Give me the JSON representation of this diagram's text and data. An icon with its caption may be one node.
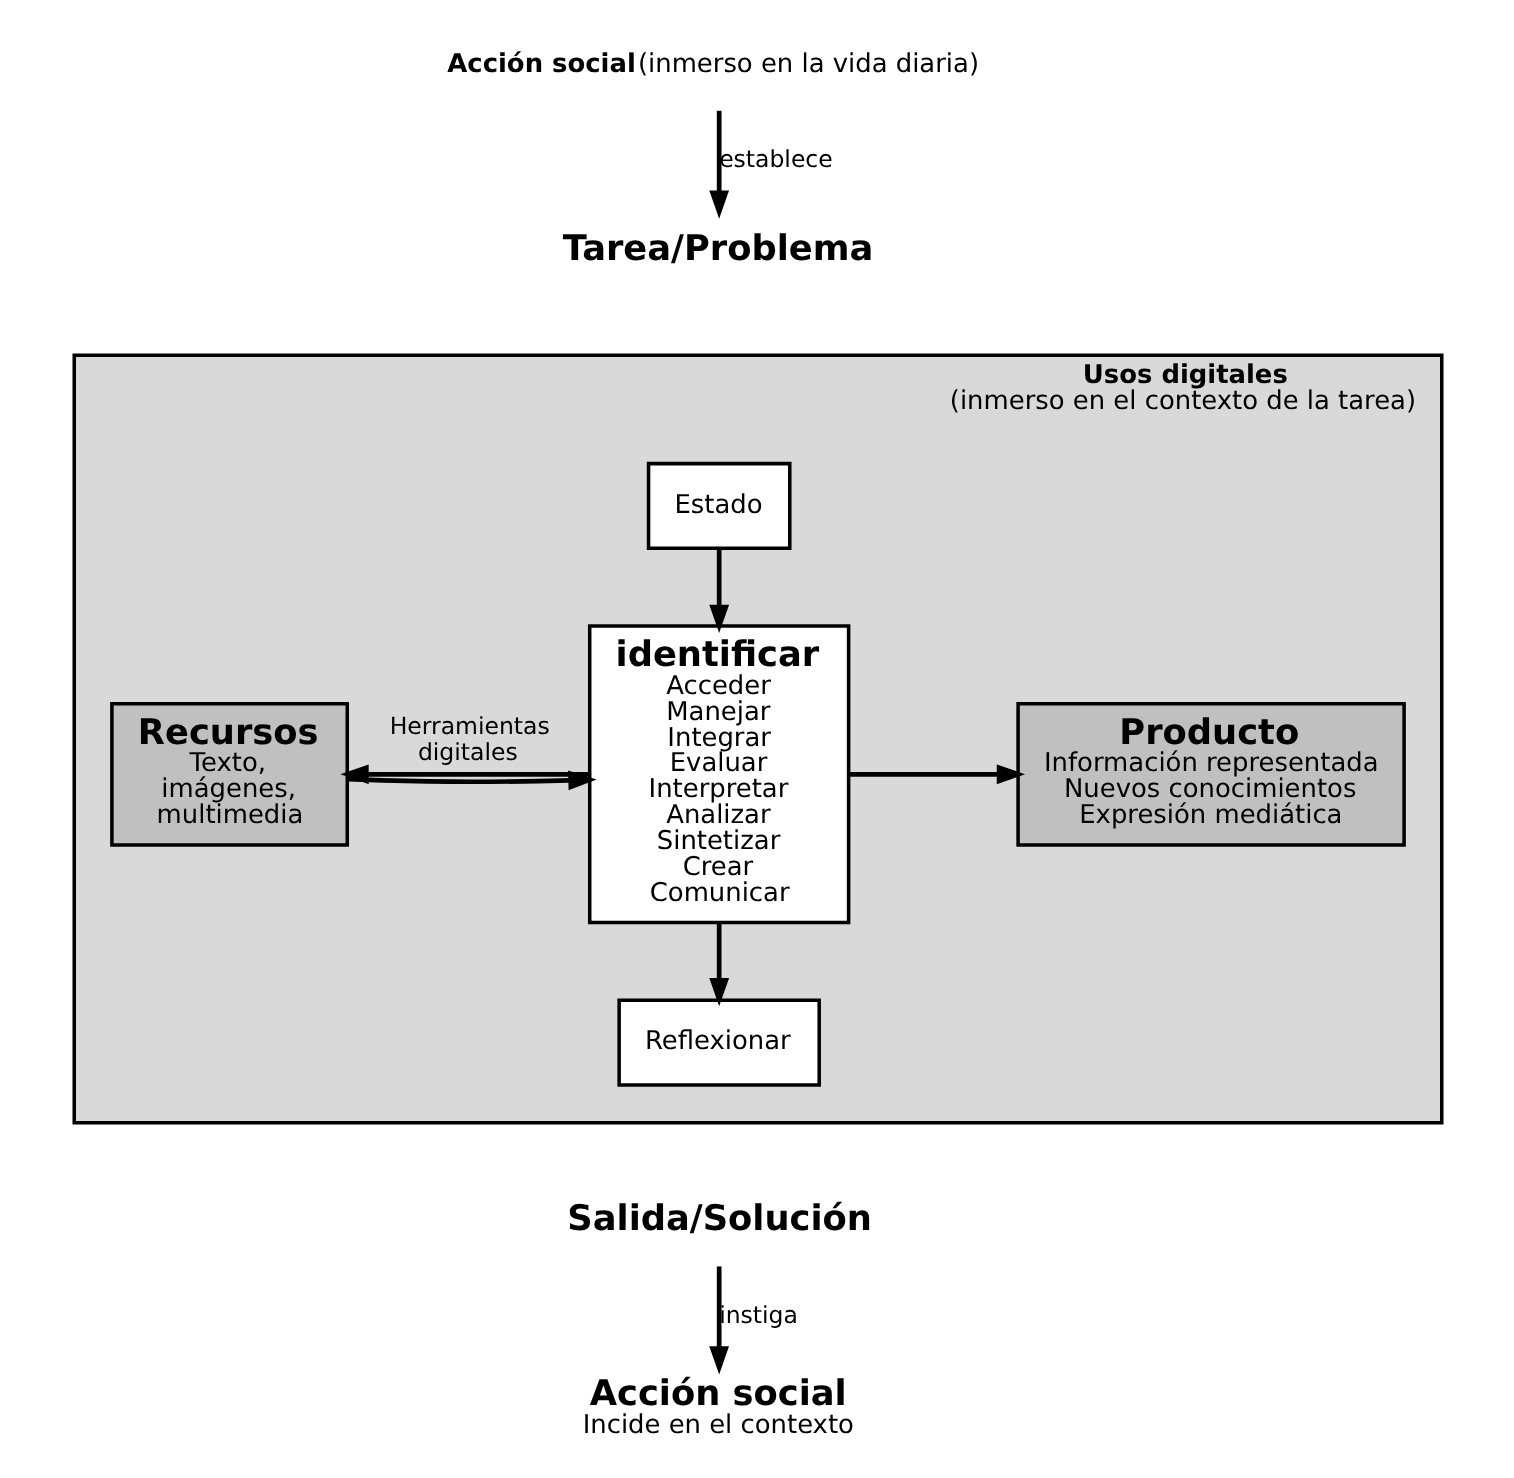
{
  "diagram": {
    "nodes": [
      {
        "text": [
          "Acción social",
          "(inmerso en la vida diaria)"
        ]
      },
      {
        "text": [
          "Tarea/Problema"
        ]
      },
      {
        "text": [
          "Usos digitales",
          "(inmerso en el contexto de la tarea)"
        ]
      },
      {
        "text": [
          "Estado"
        ],
        "in": 2
      },
      {
        "text": [
          "identificar",
          "Acceder Manejar Integrar Evaluar Interpretar Analizar Sintetizar Crear Comunicar"
        ],
        "in": 2
      },
      {
        "text": [
          "Recursos",
          "Texto, imágenes, multimedia"
        ],
        "in": 2
      },
      {
        "text": [
          "Producto",
          "Información representada Nuevos conocimientos Expresión mediática"
        ],
        "in": 2
      },
      {
        "text": [
          "Reflexionar"
        ],
        "in": 2
      },
      {
        "text": [
          "Salida/Solución"
        ]
      },
      {
        "text": [
          "Acción social",
          "Incide en el contexto"
        ]
      }
    ],
    "edges": [
      {
        "from": 0,
        "to": 1,
        "arrow": "to",
        "label": "establece"
      },
      {
        "from": 3,
        "to": 4,
        "arrow": "to"
      },
      {
        "from": 4,
        "to": 5,
        "arrow": "to",
        "label": "Herramientas digitales"
      },
      {
        "from": 5,
        "to": 4,
        "arrow": "to"
      },
      {
        "from": 4,
        "to": 6,
        "arrow": "to"
      },
      {
        "from": 4,
        "to": 7,
        "arrow": "to"
      },
      {
        "from": 8,
        "to": 9,
        "arrow": "to",
        "label": "instiga"
      }
    ]
  }
}
